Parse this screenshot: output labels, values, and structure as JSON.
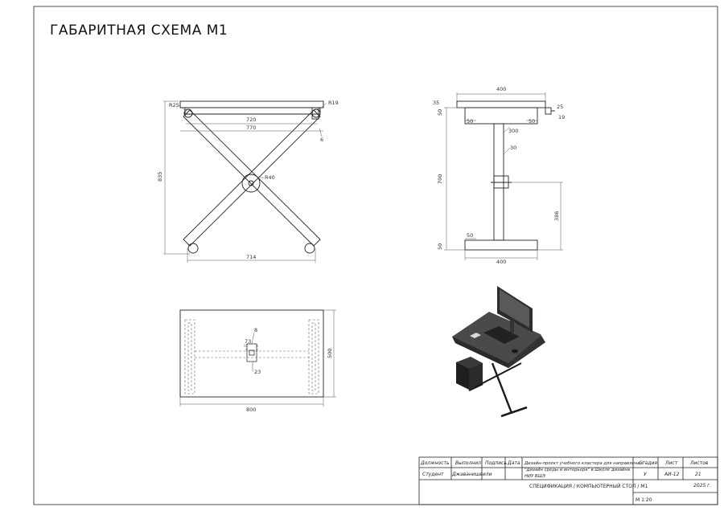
{
  "sheet_title": "ГАБАРИТНАЯ СХЕМА М1",
  "front_view": {
    "dims": {
      "r25": "R25",
      "r19": "R19",
      "w720": "720",
      "w770": "770",
      "d6": "6",
      "h835": "835",
      "r40": "R40",
      "w714": "714"
    }
  },
  "side_view": {
    "dims": {
      "w400_top": "400",
      "d35": "35",
      "d50_a": "50",
      "d50_b": "50",
      "d50_c": "50",
      "d25": "25",
      "d19": "19",
      "d300": "300",
      "d30": "30",
      "h700": "700",
      "h386": "386",
      "d50_d": "50",
      "d50_e": "50",
      "w400_bot": "400"
    }
  },
  "plan_view": {
    "dims": {
      "d8": "8",
      "d73": "73",
      "d23": "23",
      "h500": "500",
      "w800": "800"
    }
  },
  "title_block": {
    "col_headers": [
      "Должность",
      "Выполнил",
      "Подпись",
      "Дата"
    ],
    "row_values": [
      "Студент",
      "Джаванишвили",
      "",
      ""
    ],
    "project_text_1": "Дизайн-проект учебного кластера для направления",
    "project_text_2": "\"Дизайн среды и интерьера\" в Школе дизайна",
    "project_text_3": "НИУ ВШЭ",
    "stage_header": "Стадия",
    "sheet_header": "Лист",
    "sheets_header": "Листов",
    "stage_value": "У",
    "sheet_value": "АИ-12",
    "sheets_value": "21",
    "year": "2025 г.",
    "document_name": "СПЕЦИФИКАЦИЯ / КОМПЬЮТЕРНЫЙ СТОЛ / М1",
    "scale": "М 1:20"
  }
}
